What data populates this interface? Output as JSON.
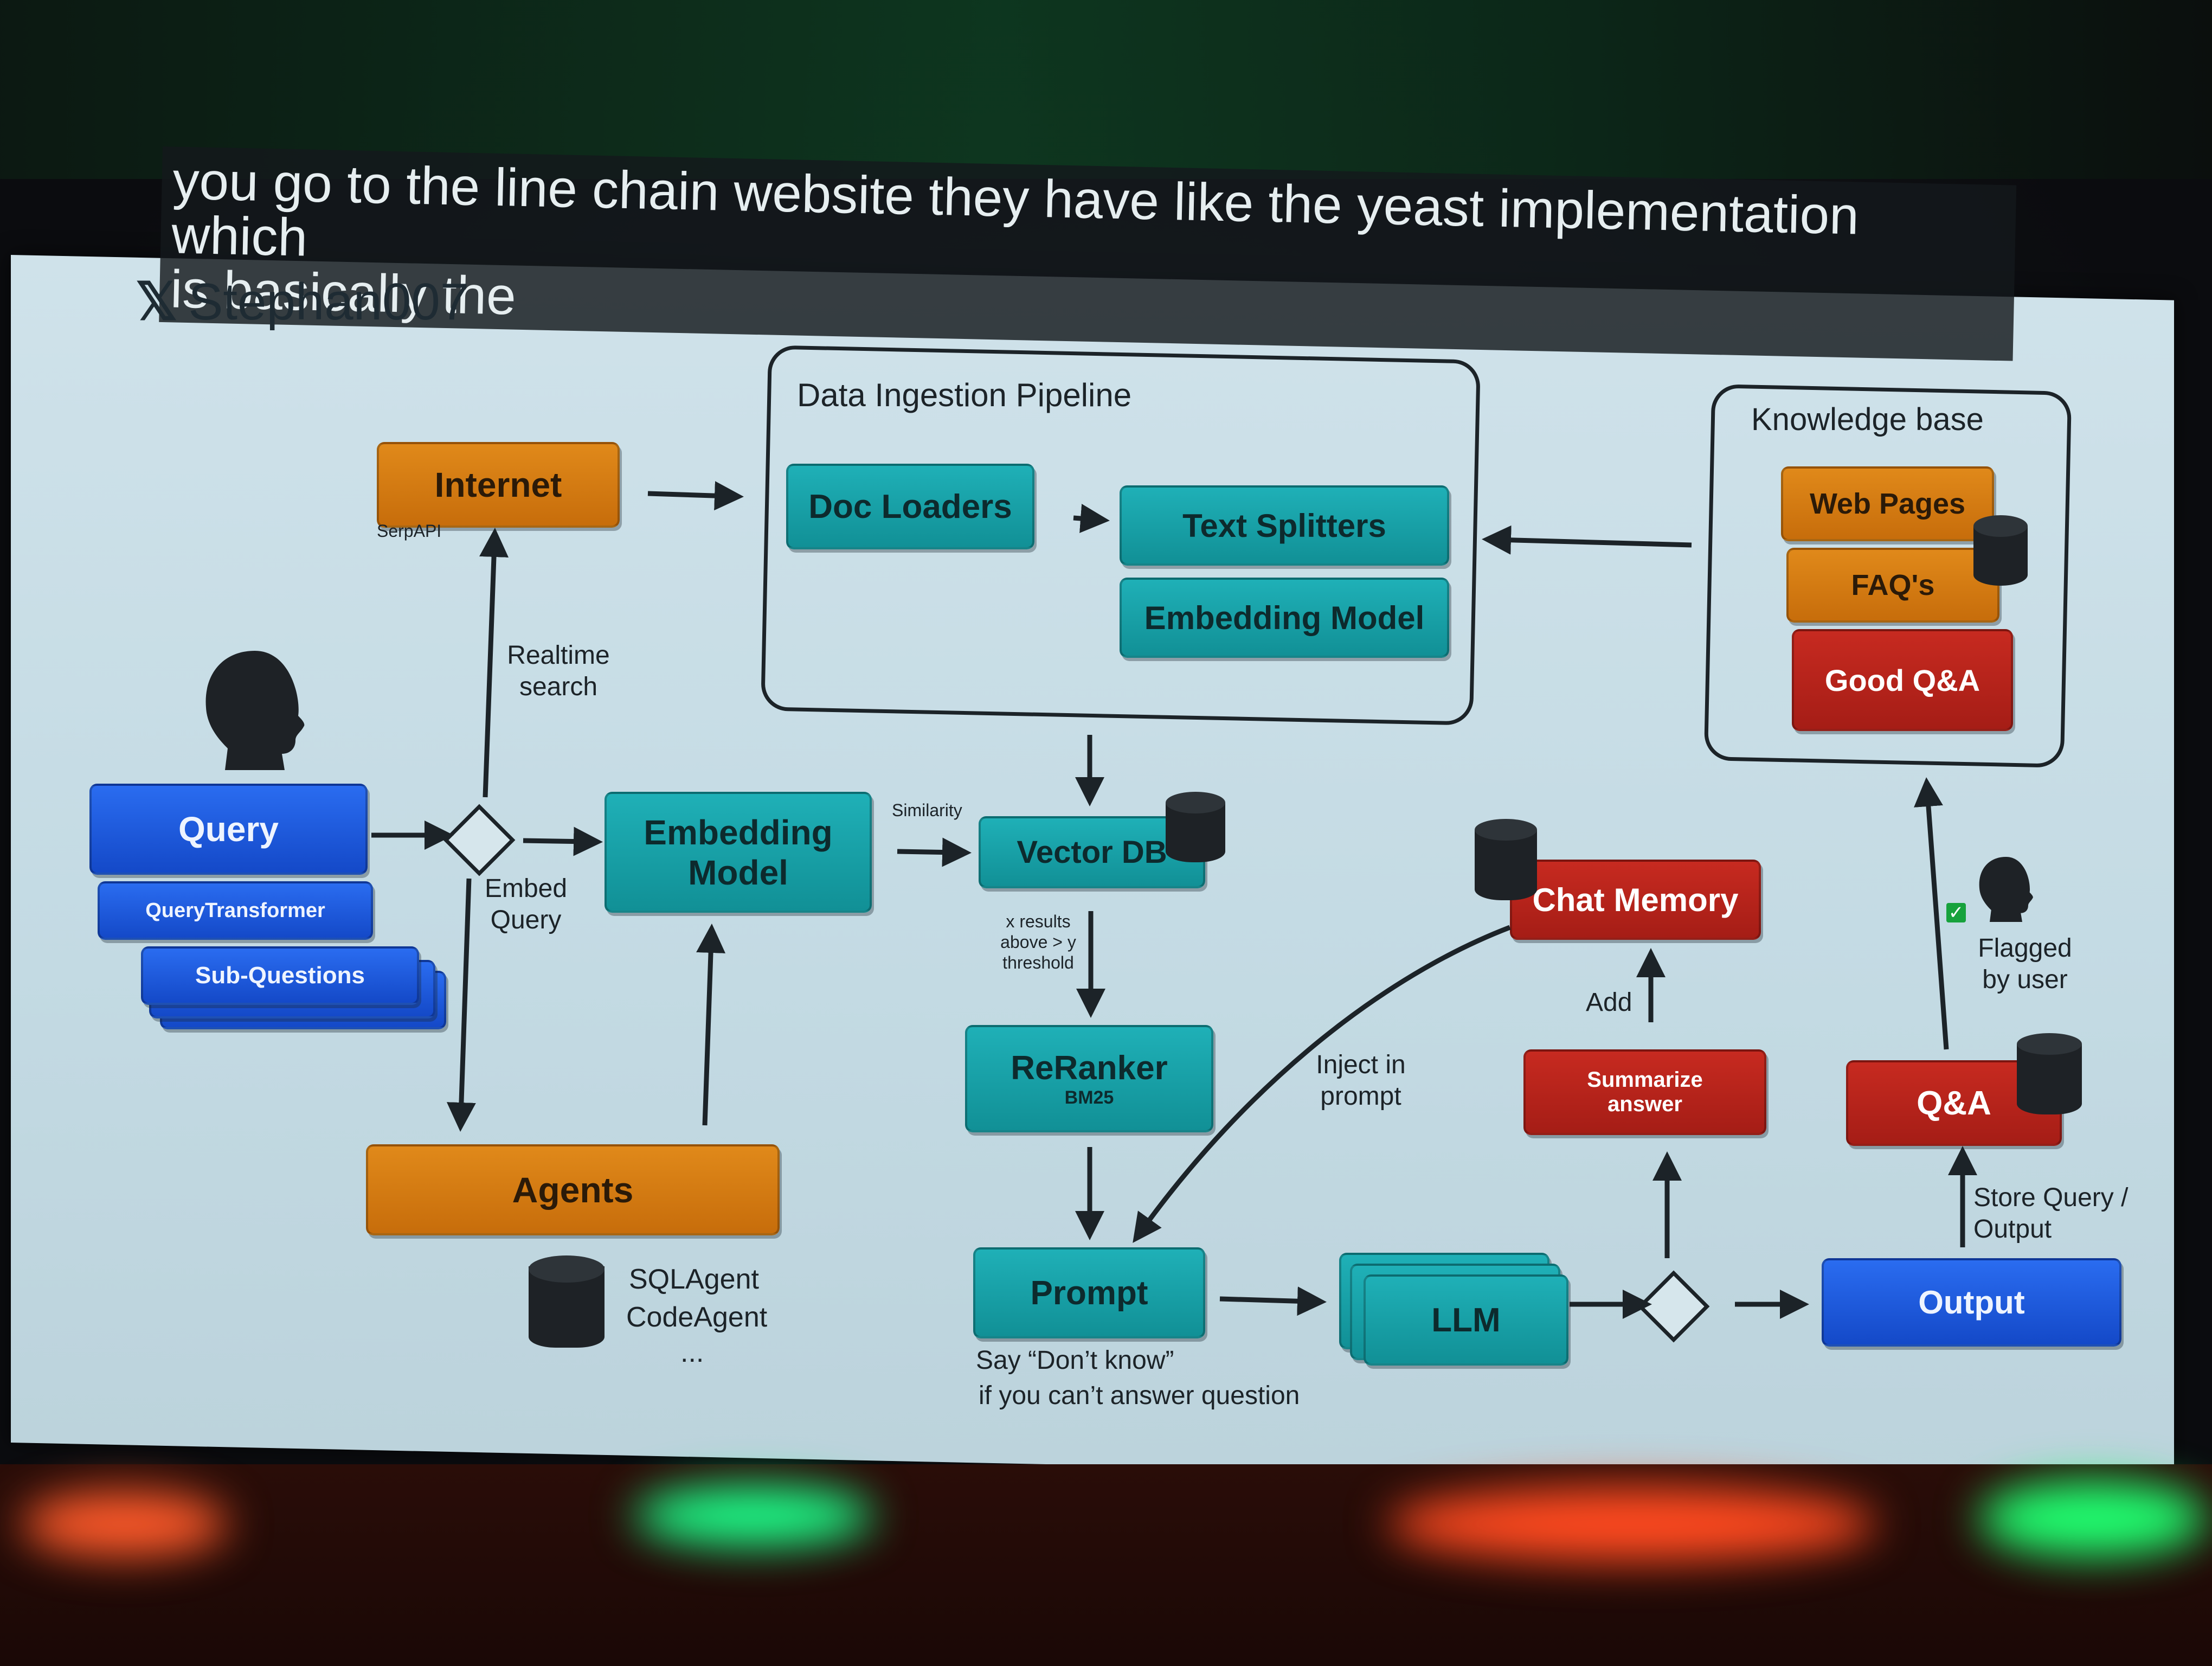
{
  "subtitle": {
    "line1": "you go to the line chain website they have like the yeast implementation which",
    "line2": "is basically the"
  },
  "handle": {
    "x": "𝕏",
    "name": "Stephan007"
  },
  "boxes": {
    "internet": "Internet",
    "doc_loaders": "Doc Loaders",
    "text_splitters": "Text Splitters",
    "embedding_model_top": "Embedding Model",
    "query": "Query",
    "query_transformer": "QueryTransformer",
    "sub_questions": "Sub-Questions",
    "embedding_model": "Embedding Model",
    "vector_db": "Vector DB",
    "reranker": "ReRanker",
    "reranker_sub": "BM25",
    "prompt": "Prompt",
    "llm": "LLM",
    "agents": "Agents",
    "chat_memory": "Chat Memory",
    "summarize": "Summarize answer",
    "qa": "Q&A",
    "output": "Output",
    "web_pages": "Web Pages",
    "faqs": "FAQ's",
    "good_qa": "Good Q&A"
  },
  "groups": {
    "pipeline": "Data Ingestion Pipeline",
    "knowledge": "Knowledge base"
  },
  "labels": {
    "serpapi": "SerpAPI",
    "realtime": "Realtime search",
    "embed_query": "Embed Query",
    "similarity": "Similarity",
    "threshold": "x results above > y threshold",
    "inject": "Inject in prompt",
    "add": "Add",
    "flagged": "Flagged by user",
    "store": "Store Query / Output",
    "sqlagent": "SQLAgent",
    "codeagent": "CodeAgent",
    "ellipsis": "...",
    "dont_know_1": "Say “Don’t know”",
    "dont_know_2": "if you can’t answer question"
  },
  "colors": {
    "orange": "#d97b12",
    "teal": "#17a0a6",
    "blue": "#1d5ae0",
    "red": "#b8241b"
  }
}
